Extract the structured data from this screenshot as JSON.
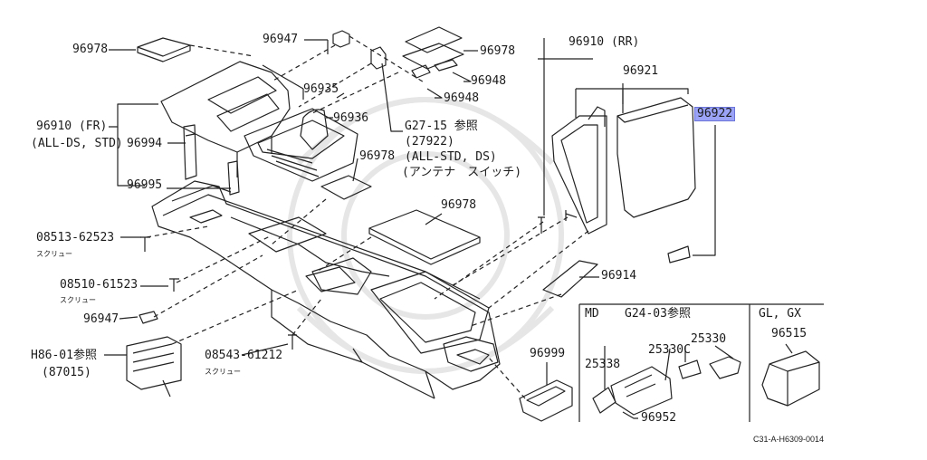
{
  "colors": {
    "line": "#222222",
    "highlight": "#9aa3f5",
    "watermark": "#e6e6e6"
  },
  "labels": {
    "p96978_a": "96978",
    "p96947_a": "96947",
    "p96978_b": "96978",
    "p96948_a": "96948",
    "p96948_b": "96948",
    "p96935": "96935",
    "p96936": "96936",
    "g2715": "G27-15 参照",
    "p27922": "(27922)",
    "allstdds": "(ALL-STD, DS)",
    "antenna": "(アンテナ　スイッチ)",
    "p96910rr": "96910 (RR)",
    "p96921": "96921",
    "p96922": "96922",
    "p96910fr": "96910 (FR)",
    "alldsstd": "(ALL-DS, STD)",
    "p96994": "96994",
    "p96978_c": "96978",
    "p96995": "96995",
    "p96978_d": "96978",
    "p0851362523": "08513-62523",
    "screw1": "スクリュー",
    "p0851061523": "08510-61523",
    "screw2": "スクリュー",
    "p96914": "96914",
    "p96947_b": "96947",
    "h8601": "H86-01参照",
    "p87015": "(87015)",
    "p0854361212": "08543-61212",
    "screw3": "スクリュー",
    "md": "MD",
    "g2403": "G24-03参照",
    "glgx": "GL, GX",
    "p96515": "96515",
    "p25338": "25338",
    "p25330c": "25330C",
    "p25330": "25330",
    "p96999": "96999",
    "p96952": "96952",
    "code": "C31-A-H6309-0014"
  }
}
